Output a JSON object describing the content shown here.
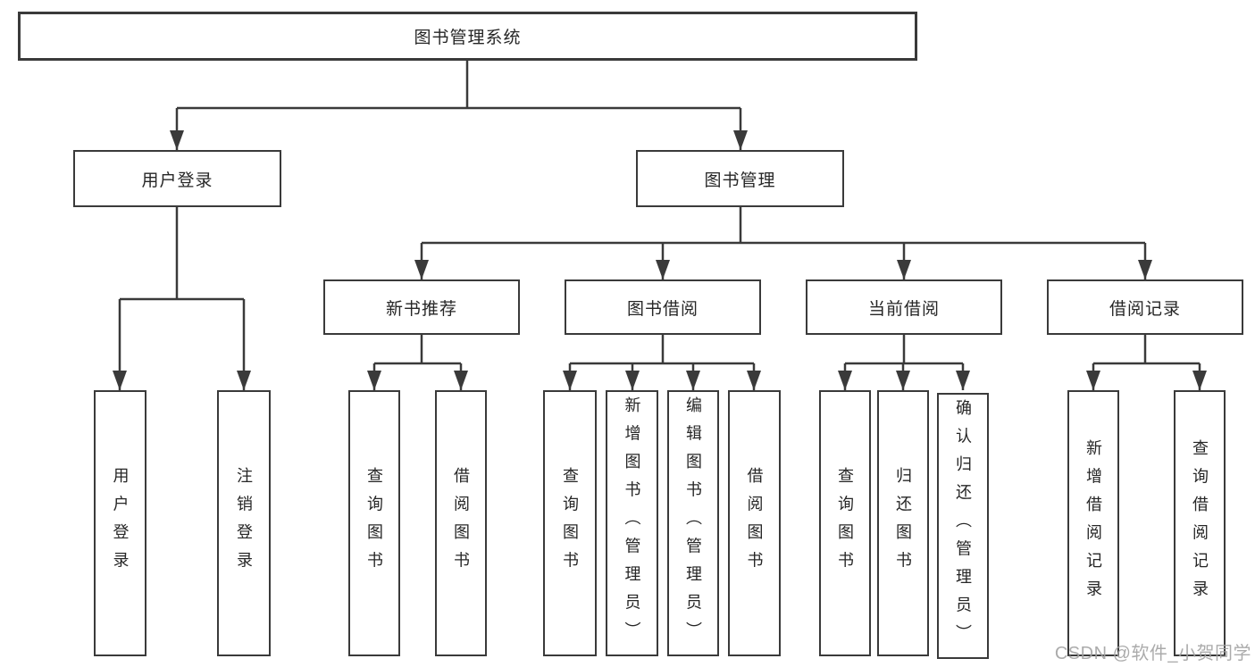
{
  "colors": {
    "line": "#3a3a3a",
    "box_border": "#3a3a3a",
    "text": "#262626",
    "watermark": "#a3a3a3",
    "background": "#ffffff"
  },
  "watermark": {
    "text": "CSDN @软件_小贺同学"
  },
  "tree": {
    "root": {
      "label": "图书管理系统"
    },
    "branches": [
      {
        "label": "用户登录",
        "children": [
          {
            "label": "用户登录"
          },
          {
            "label": "注销登录"
          }
        ]
      },
      {
        "label": "图书管理",
        "children": [
          {
            "label": "新书推荐",
            "children": [
              {
                "label": "查询图书"
              },
              {
                "label": "借阅图书"
              }
            ]
          },
          {
            "label": "图书借阅",
            "children": [
              {
                "label": "查询图书"
              },
              {
                "label": "新增图书（管理员）"
              },
              {
                "label": "编辑图书（管理员）"
              },
              {
                "label": "借阅图书"
              }
            ]
          },
          {
            "label": "当前借阅",
            "children": [
              {
                "label": "查询图书"
              },
              {
                "label": "归还图书"
              },
              {
                "label": "确认归还（管理员）"
              }
            ]
          },
          {
            "label": "借阅记录",
            "children": [
              {
                "label": "新增借阅记录"
              },
              {
                "label": "查询借阅记录"
              }
            ]
          }
        ]
      }
    ]
  }
}
